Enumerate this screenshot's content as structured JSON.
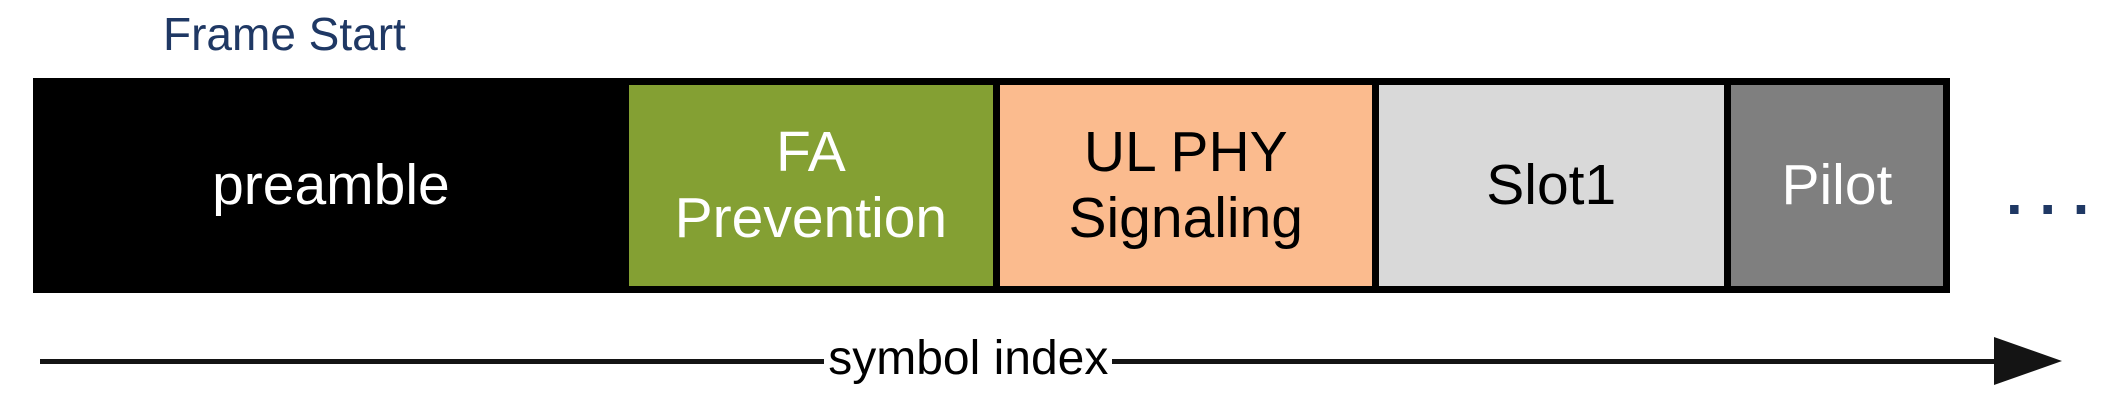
{
  "title": {
    "frame_start": "Frame Start"
  },
  "colors": {
    "navy": "#1F3864",
    "green": "#84A033",
    "peach": "#FBBB8E",
    "light_gray": "#D9D9D9",
    "dark_gray": "#7F7F7F",
    "black": "#000000",
    "white": "#FFFFFF"
  },
  "bar": {
    "segments": [
      {
        "name": "preamble",
        "line1": "preamble",
        "line2": "",
        "bg": "#000000",
        "text": "#FFFFFF",
        "grow": 31.0
      },
      {
        "name": "fa-prevention",
        "line1": "FA",
        "line2": "Prevention",
        "bg": "#84A033",
        "text": "#FFFFFF",
        "grow": 19.4
      },
      {
        "name": "ul-phy-signaling",
        "line1": "UL PHY",
        "line2": "Signaling",
        "bg": "#FBBB8E",
        "text": "#000000",
        "grow": 19.8
      },
      {
        "name": "slot1",
        "line1": "Slot1",
        "line2": "",
        "bg": "#D9D9D9",
        "text": "#000000",
        "grow": 18.4
      },
      {
        "name": "pilot",
        "line1": "Pilot",
        "line2": "",
        "bg": "#7F7F7F",
        "text": "#FFFFFF",
        "grow": 11.3
      }
    ]
  },
  "continuation": {
    "ellipsis": ". . ."
  },
  "axis": {
    "label": "symbol index"
  }
}
